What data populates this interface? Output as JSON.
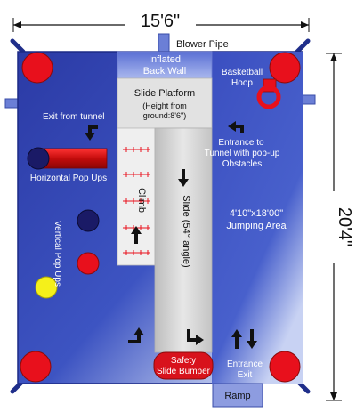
{
  "dimensions": {
    "width": "15'6\"",
    "height": "20'4\""
  },
  "labels": {
    "blower_pipe": "Blower Pipe",
    "inflated_back_wall_1": "Inflated",
    "inflated_back_wall_2": "Back Wall",
    "slide_platform": "Slide Platform",
    "platform_height_1": "(Height from",
    "platform_height_2": "ground:8'6\")",
    "basketball_hoop_1": "Basketball",
    "basketball_hoop_2": "Hoop",
    "exit_from_tunnel": "Exit from tunnel",
    "entrance_tunnel_1": "Entrance to",
    "entrance_tunnel_2": "Tunnel with pop-up",
    "entrance_tunnel_3": "Obstacles",
    "horizontal_pop_ups": "Horizontal Pop Ups",
    "climb": "Climb",
    "slide": "Slide (54° angle)",
    "jumping_area_1": "4'10\"x18'00\"",
    "jumping_area_2": "Jumping Area",
    "vertical_pop_ups": "Vertical Pop Ups",
    "safety_bumper_1": "Safety",
    "safety_bumper_2": "Slide Bumper",
    "entrance": "Entrance",
    "exit": "Exit",
    "ramp": "Ramp"
  },
  "colors": {
    "floor_blue": "#2a3a9e",
    "pillar_red": "#e8101c",
    "pop_up_navy": "#1a1a66",
    "pop_up_yellow": "#f5f01a",
    "platform_grey": "#d6d6d6"
  }
}
